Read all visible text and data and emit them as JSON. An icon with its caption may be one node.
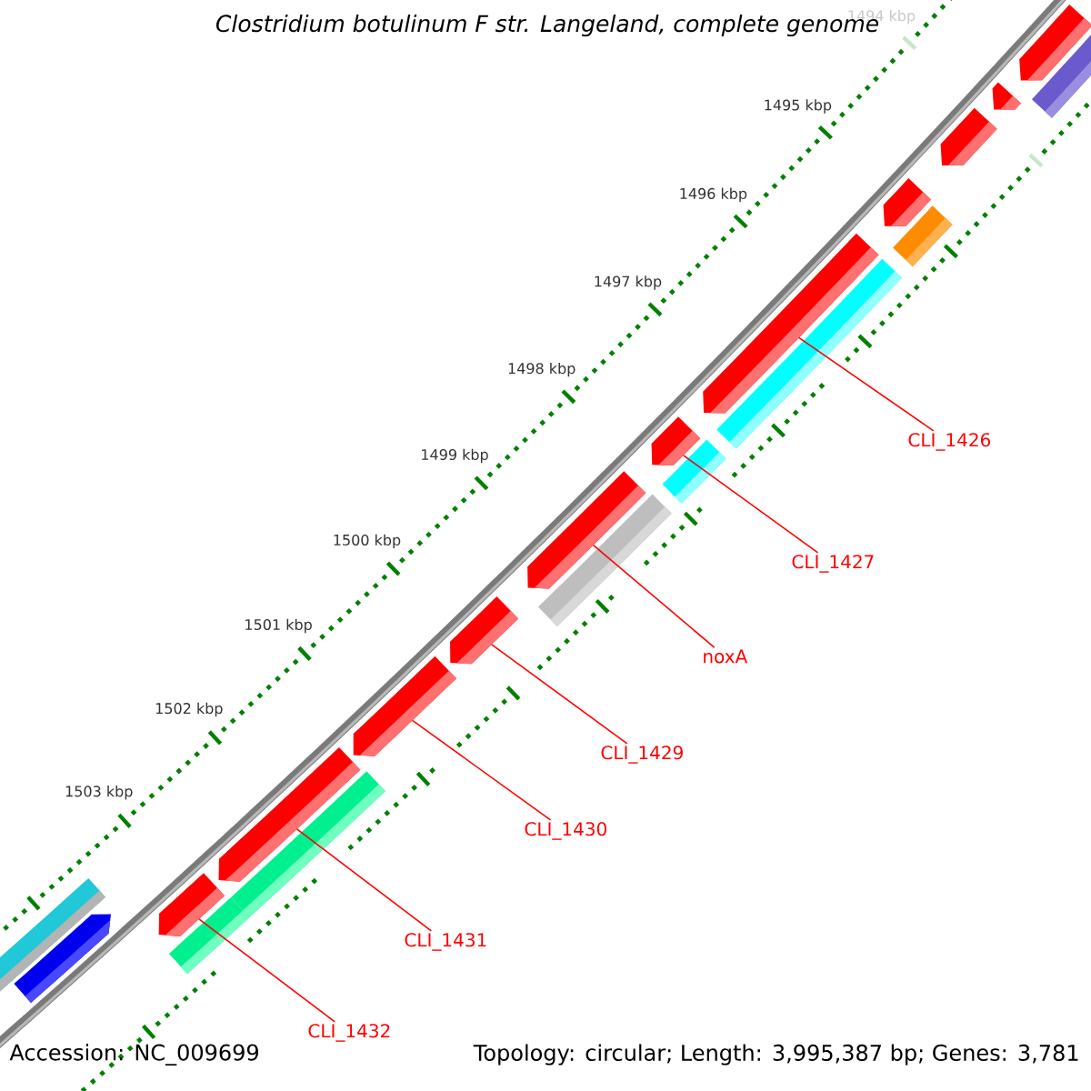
{
  "diagram": {
    "title": "Clostridium botulinum F str. Langeland, complete genome",
    "nodes": [
      {
        "text": [],
        "shape": "arrow"
      },
      {
        "text": [],
        "shape": "bar"
      },
      {
        "text": [],
        "shape": "arrow"
      },
      {
        "text": [],
        "shape": "arrow"
      },
      {
        "text": [],
        "shape": "arrow"
      },
      {
        "text": [],
        "shape": "bar"
      },
      {
        "text": [],
        "shape": "arrow"
      },
      {
        "text": [],
        "shape": "bar"
      },
      {
        "text": [],
        "shape": "arrow"
      },
      {
        "text": [],
        "shape": "bar"
      },
      {
        "text": [],
        "shape": "arrow"
      },
      {
        "text": [],
        "shape": "bar"
      },
      {
        "text": [],
        "shape": "arrow"
      },
      {
        "text": [],
        "shape": "arrow"
      },
      {
        "text": [],
        "shape": "arrow"
      },
      {
        "text": [],
        "shape": "bar"
      },
      {
        "text": [],
        "shape": "arrow"
      },
      {
        "text": [],
        "shape": "bar"
      },
      {
        "text": [],
        "shape": "bar"
      },
      {
        "text": [],
        "shape": "arrow"
      },
      {
        "text": [
          "CLI_1426"
        ]
      },
      {
        "text": [
          "CLI_1427"
        ]
      },
      {
        "text": [
          "noxA"
        ]
      },
      {
        "text": [
          "CLI_1429"
        ]
      },
      {
        "text": [
          "CLI_1430"
        ]
      },
      {
        "text": [
          "CLI_1431"
        ]
      },
      {
        "text": [
          "CLI_1432"
        ]
      }
    ],
    "edges": [
      {
        "from": 20,
        "to": 6,
        "arrow": "none"
      },
      {
        "from": 21,
        "to": 8,
        "arrow": "none"
      },
      {
        "from": 22,
        "to": 10,
        "arrow": "none"
      },
      {
        "from": 23,
        "to": 12,
        "arrow": "none"
      },
      {
        "from": 24,
        "to": 13,
        "arrow": "none"
      },
      {
        "from": 25,
        "to": 14,
        "arrow": "none"
      },
      {
        "from": 26,
        "to": 16,
        "arrow": "none"
      }
    ],
    "labels": [
      "1494 kbp",
      "1495 kbp",
      "1496 kbp",
      "1497 kbp",
      "1498 kbp",
      "1499 kbp",
      "1500 kbp",
      "1501 kbp",
      "1502 kbp",
      "1503 kbp",
      "Accession: NC_009699",
      "Topology: circular; Length: 3,995,387 bp; Genes: 3,781"
    ]
  }
}
